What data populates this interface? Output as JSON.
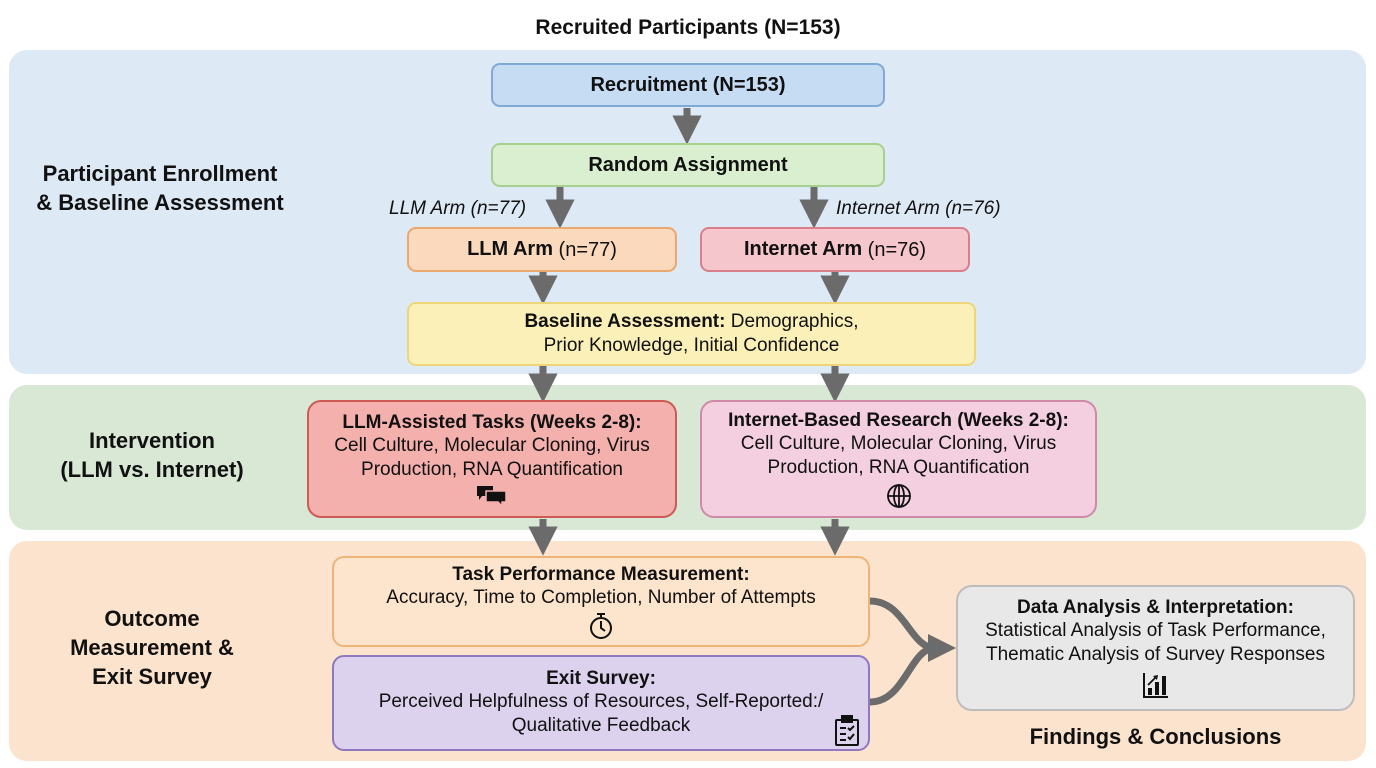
{
  "title": "Recruited Participants (N=153)",
  "phases": [
    {
      "label_lines": [
        "Participant Enrollment",
        "& Baseline Assessment"
      ],
      "color": "#dde9f5"
    },
    {
      "label_lines": [
        "Intervention",
        "(LLM vs. Internet)"
      ],
      "color": "#d9e8d5"
    },
    {
      "label_lines": [
        "Outcome",
        "Measurement &",
        "Exit Survey"
      ],
      "color": "#fce3cd"
    }
  ],
  "nodes": {
    "recruitment": {
      "title": "Recruitment (N=153)",
      "fill": "#c5dcf3",
      "border": "#7fa9d6"
    },
    "random_assignment": {
      "title": "Random Assignment",
      "fill": "#d9efcf",
      "border": "#a7d08f"
    },
    "llm_arm": {
      "title": "LLM Arm",
      "suffix": " (n=77)",
      "fill": "#fbd9bd",
      "border": "#eba86e"
    },
    "internet_arm": {
      "title": "Internet Arm",
      "suffix": " (n=76)",
      "fill": "#f5c7cc",
      "border": "#d97f89"
    },
    "baseline": {
      "title": "Baseline Assessment:",
      "text_line1": " Demographics,",
      "text_line2": "Prior Knowledge, Initial Confidence",
      "fill": "#fcf0b9",
      "border": "#eed57a"
    },
    "llm_tasks": {
      "title": "LLM-Assisted Tasks (Weeks 2-8):",
      "lines": [
        "Cell Culture, Molecular Cloning, Virus",
        "Production, RNA Quantification"
      ],
      "icon": "chat-bubbles-icon",
      "fill": "#f3b0ad",
      "border": "#cc5a55"
    },
    "internet_research": {
      "title": "Internet-Based Research (Weeks 2-8):",
      "lines": [
        "Cell Culture, Molecular Cloning, Virus",
        "Production, RNA Quantification"
      ],
      "icon": "globe-icon",
      "fill": "#f3cfe0",
      "border": "#d08aa8"
    },
    "task_performance": {
      "title": "Task Performance Measurement:",
      "lines": [
        "Accuracy, Time to Completion, Number of Attempts"
      ],
      "icon": "stopwatch-icon",
      "fill": "#fde4cc",
      "border": "#eeb376"
    },
    "exit_survey": {
      "title": "Exit Survey:",
      "lines": [
        "Perceived Helpfulness of Resources, Self-Reported:/",
        "Qualitative Feedback"
      ],
      "icon": "clipboard-checklist-icon",
      "fill": "#dcd2ee",
      "border": "#8f78bf"
    },
    "data_analysis": {
      "title": "Data Analysis & Interpretation:",
      "lines": [
        "Statistical Analysis of Task Performance,",
        "Thematic Analysis of Survey Responses"
      ],
      "icon": "bar-chart-icon",
      "fill": "#e8e8e8",
      "border": "#bdbdbd"
    }
  },
  "edge_labels": {
    "llm_branch": "LLM Arm (n=77)",
    "internet_branch": "Internet Arm (n=76)"
  },
  "findings_label": "Findings & Conclusions",
  "arrow_color": "#6b6b6b"
}
